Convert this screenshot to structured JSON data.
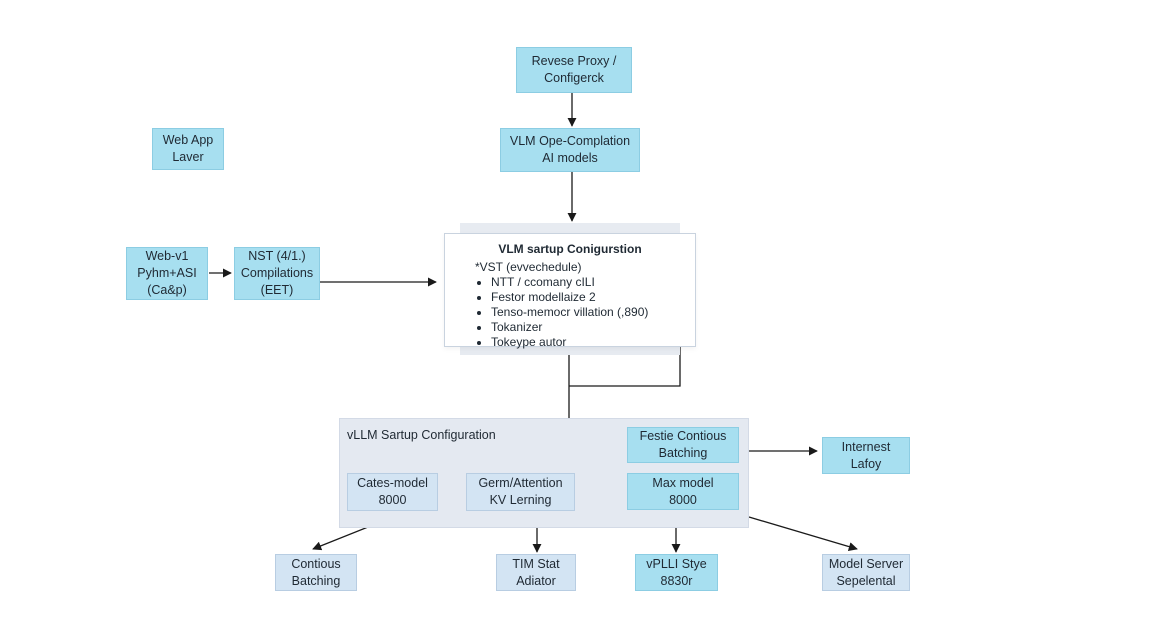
{
  "nodes": {
    "reverse_proxy": "Revese Proxy /\nConfigerck",
    "web_app_layer": "Web App\nLaver",
    "vlm_compilation": "VLM Ope-Complation\nAI models",
    "web_v1": "Web-v1\nPyhm+ASI\n(Ca&p)",
    "nst_compilations": "NST (4/1.)\nCompilations\n(EET)",
    "continous_batching_top": "Festie Contious\nBatching",
    "internest_lafoy": "Internest\nLafoy",
    "cates_model": "Cates-model\n8000",
    "germ_attention": "Germ/Attention\nKV Lerning",
    "max_model": "Max model\n8000",
    "continous_batching_bottom": "Contious\nBatching",
    "tim_start": "TIM Stat\nAdiator",
    "vpll_stye": "vPLLI Stye\n8830r",
    "model_server": "Model Server\nSepelental"
  },
  "config_card": {
    "title": "VLM sartup Conigurstion",
    "first_line": "*VST (evvechedule)",
    "items": [
      "NTT / ccomany cILI",
      "Festor modellaize 2",
      "Tenso-memocr villation (,890)",
      "Tokanizer",
      "Tokeype autor"
    ]
  },
  "panel": {
    "label": "vLLM Sartup Configuration"
  },
  "colors": {
    "node_cyan": "#a7dff0",
    "node_pale": "#d3e4f3",
    "panel_bg": "#e4e9f1",
    "line": "#1a1a1a"
  }
}
